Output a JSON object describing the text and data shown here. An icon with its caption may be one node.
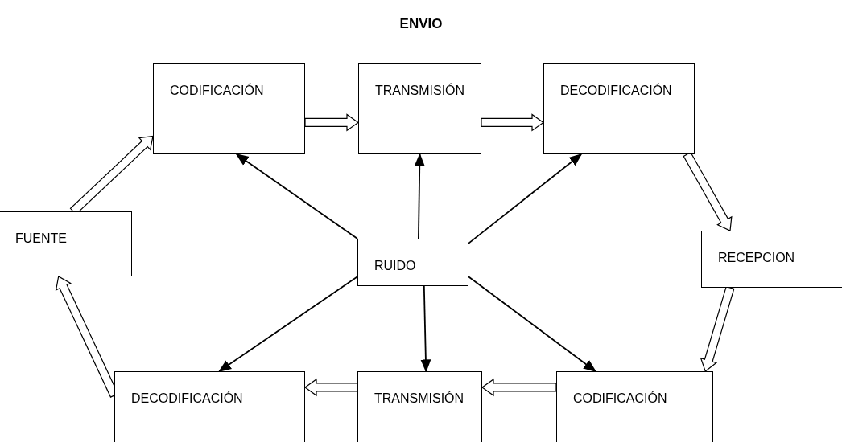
{
  "diagram": {
    "title": "ENVIO",
    "nodes": [
      {
        "text": [
          "CODIFICACIÓN"
        ]
      },
      {
        "text": [
          "TRANSMISIÓN"
        ]
      },
      {
        "text": [
          "DECODIFICACIÓN"
        ]
      },
      {
        "text": [
          "FUENTE"
        ]
      },
      {
        "text": [
          "RUIDO"
        ]
      },
      {
        "text": [
          "RECEPCION"
        ]
      },
      {
        "text": [
          "DECODIFICACIÓN"
        ]
      },
      {
        "text": [
          "TRANSMISIÓN"
        ]
      },
      {
        "text": [
          "CODIFICACIÓN"
        ]
      }
    ],
    "edges": [
      {
        "from": 3,
        "to": 0,
        "arrow": "to",
        "style": "thick"
      },
      {
        "from": 0,
        "to": 1,
        "arrow": "to",
        "style": "thick"
      },
      {
        "from": 1,
        "to": 2,
        "arrow": "to",
        "style": "thick"
      },
      {
        "from": 2,
        "to": 5,
        "arrow": "to",
        "style": "thick"
      },
      {
        "from": 5,
        "to": 8,
        "arrow": "to",
        "style": "thick"
      },
      {
        "from": 8,
        "to": 7,
        "arrow": "to",
        "style": "thick"
      },
      {
        "from": 7,
        "to": 6,
        "arrow": "to",
        "style": "thick"
      },
      {
        "from": 6,
        "to": 3,
        "arrow": "to",
        "style": "thick"
      },
      {
        "from": 4,
        "to": 0,
        "arrow": "to"
      },
      {
        "from": 4,
        "to": 1,
        "arrow": "to"
      },
      {
        "from": 4,
        "to": 2,
        "arrow": "to"
      },
      {
        "from": 4,
        "to": 6,
        "arrow": "to"
      },
      {
        "from": 4,
        "to": 7,
        "arrow": "to"
      },
      {
        "from": 4,
        "to": 8,
        "arrow": "to"
      }
    ]
  }
}
